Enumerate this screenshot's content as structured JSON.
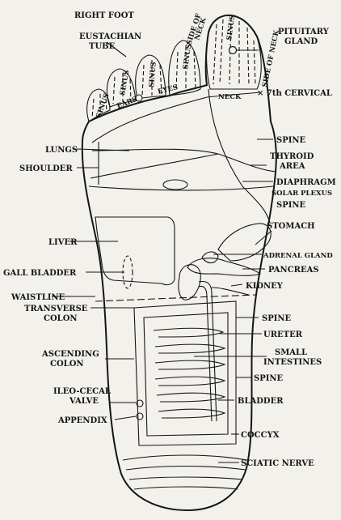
{
  "title": "RIGHT FOOT",
  "labels": {
    "eustachian_tube": [
      "EUSTACHIAN",
      "TUBE"
    ],
    "side_of_neck_left": [
      "SIDE OF",
      "NECK"
    ],
    "side_of_neck_right": "SIDE OF NECK",
    "pituitary_gland": [
      "PITUITARY",
      "GLAND"
    ],
    "sinus": "SINUS",
    "ears": "EARS",
    "eyes": "EYES",
    "neck": "NECK",
    "cervical": "× 7th CERVICAL",
    "lungs": "LUNGS",
    "shoulder": "SHOULDER",
    "spine_top": "SPINE",
    "thyroid": [
      "THYROID",
      "AREA"
    ],
    "diaphragm": "DIAPHRAGM",
    "solar_plexus": "SOLAR PLEXUS",
    "spine_2": "SPINE",
    "stomach": "STOMACH",
    "liver": "LIVER",
    "adrenal_gland": "ADRENAL GLAND",
    "pancreas": "PANCREAS",
    "gall_bladder": "GALL BLADDER",
    "kidney": "KIDNEY",
    "waistline": "WAISTLINE",
    "transverse_colon": [
      "TRANSVERSE",
      "COLON"
    ],
    "spine_3": "SPINE",
    "ureter": "URETER",
    "ascending_colon": [
      "ASCENDING",
      "COLON"
    ],
    "small_intestines": [
      "SMALL",
      "INTESTINES"
    ],
    "spine_4": "SPINE",
    "ileo_cecal": [
      "ILEO-CECAL",
      "VALVE"
    ],
    "bladder": "BLADDER",
    "appendix": "APPENDIX",
    "coccyx": "COCCYX",
    "sciatic_nerve": "SCIATIC NERVE"
  }
}
